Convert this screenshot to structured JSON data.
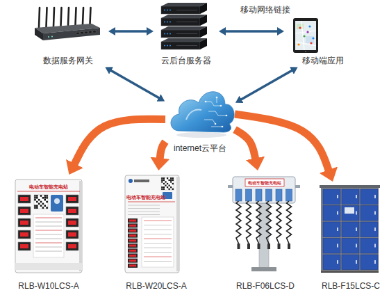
{
  "diagram": {
    "nodes": [
      {
        "text": [
          "数据服务网关"
        ]
      },
      {
        "text": [
          "云后台服务器"
        ]
      },
      {
        "text": [
          "移动端应用"
        ]
      },
      {
        "text": [
          "internet云平台"
        ]
      },
      {
        "text": [
          "RLB-W10LCS-A"
        ]
      },
      {
        "text": [
          "RLB-W20LCS-A"
        ]
      },
      {
        "text": [
          "RLB-F06LCS-D"
        ]
      },
      {
        "text": [
          "RLB-F15LCS-C"
        ]
      }
    ],
    "edges": [
      {
        "from": 0,
        "to": 1,
        "arrow": "both"
      },
      {
        "from": 1,
        "to": 2,
        "label": "移动网络链接",
        "arrow": "both"
      },
      {
        "from": 0,
        "to": 3,
        "arrow": "both"
      },
      {
        "from": 2,
        "to": 3,
        "arrow": "both"
      },
      {
        "from": 3,
        "to": 4,
        "arrow": "to"
      },
      {
        "from": 3,
        "to": 5,
        "arrow": "to"
      },
      {
        "from": 3,
        "to": 6,
        "arrow": "to"
      },
      {
        "from": 3,
        "to": 7,
        "arrow": "to"
      }
    ],
    "labels": [
      "电动车智能充电站",
      "电动车智能充电站",
      "电动车智能充电站"
    ]
  }
}
